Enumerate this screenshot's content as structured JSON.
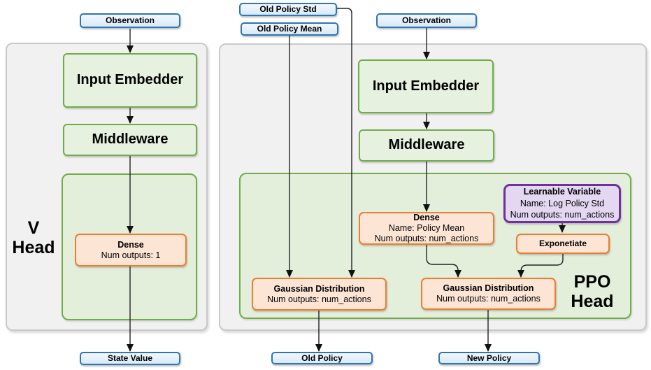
{
  "colors": {
    "blue_fill": "#D9EAF7",
    "blue_border": "#2E75B6",
    "green_fill": "#E7F1DF",
    "green_container_fill": "#E3EFDA",
    "green_border": "#6FAD47",
    "orange_fill": "#FCE5D5",
    "orange_border": "#ED7D31",
    "purple_fill": "#E3D7F2",
    "purple_border": "#7030A0",
    "panel_fill": "#F1F1F1",
    "panel_border": "#C9C9C9",
    "arrow": "#1A1A1A"
  },
  "v_head": {
    "panel_label": {
      "line1": "V",
      "line2": "Head"
    },
    "observation": "Observation",
    "input_embedder": "Input Embedder",
    "middleware": "Middleware",
    "dense": {
      "title": "Dense",
      "outputs": "Num outputs: 1"
    },
    "state_value": "State Value"
  },
  "ppo_head": {
    "panel_label": {
      "line1": "PPO",
      "line2": "Head"
    },
    "old_policy_std": "Old Policy Std",
    "old_policy_mean": "Old Policy Mean",
    "observation": "Observation",
    "input_embedder": "Input Embedder",
    "middleware": "Middleware",
    "dense": {
      "title": "Dense",
      "name": "Name: Policy Mean",
      "outputs": "Num outputs: num_actions"
    },
    "learnable_variable": {
      "title": "Learnable Variable",
      "name": "Name: Log Policy Std",
      "outputs": "Num outputs: num_actions"
    },
    "exponetiate": "Exponetiate",
    "gaussian_distribution_old": {
      "title": "Gaussian Distribution",
      "outputs": "Num outputs: num_actions"
    },
    "gaussian_distribution_new": {
      "title": "Gaussian Distribution",
      "outputs": "Num outputs: num_actions"
    },
    "old_policy": "Old Policy",
    "new_policy": "New Policy"
  }
}
